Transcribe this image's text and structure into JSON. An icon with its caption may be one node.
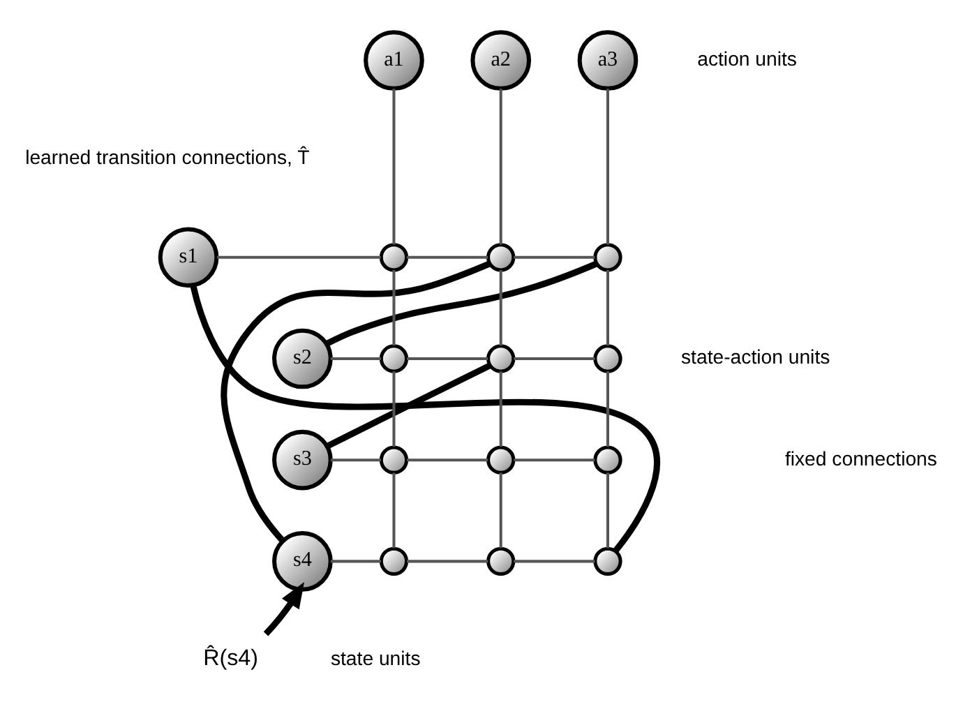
{
  "diagram": {
    "nodes": [
      {
        "text": [
          "s1"
        ]
      },
      {
        "text": [
          "s2"
        ]
      },
      {
        "text": [
          "s3"
        ]
      },
      {
        "text": [
          "s4"
        ]
      },
      {
        "text": [
          "a1"
        ]
      },
      {
        "text": [
          "a2"
        ]
      },
      {
        "text": [
          "a3"
        ]
      },
      {
        "text": [],
        "shape": "circle"
      },
      {
        "text": [],
        "shape": "circle"
      },
      {
        "text": [],
        "shape": "circle"
      },
      {
        "text": [],
        "shape": "circle"
      },
      {
        "text": [],
        "shape": "circle"
      },
      {
        "text": [],
        "shape": "circle"
      },
      {
        "text": [],
        "shape": "circle"
      },
      {
        "text": [],
        "shape": "circle"
      },
      {
        "text": [],
        "shape": "circle"
      },
      {
        "text": [],
        "shape": "circle"
      },
      {
        "text": [],
        "shape": "circle"
      },
      {
        "text": [],
        "shape": "circle"
      },
      {
        "text": [
          "R̂(s4)"
        ]
      }
    ],
    "edges": [
      {
        "from": 0,
        "to": 7,
        "arrow": "none"
      },
      {
        "from": 7,
        "to": 8,
        "arrow": "none"
      },
      {
        "from": 8,
        "to": 9,
        "arrow": "none"
      },
      {
        "from": 1,
        "to": 10,
        "arrow": "none"
      },
      {
        "from": 10,
        "to": 11,
        "arrow": "none"
      },
      {
        "from": 11,
        "to": 12,
        "arrow": "none"
      },
      {
        "from": 2,
        "to": 13,
        "arrow": "none"
      },
      {
        "from": 13,
        "to": 14,
        "arrow": "none"
      },
      {
        "from": 14,
        "to": 15,
        "arrow": "none"
      },
      {
        "from": 3,
        "to": 16,
        "arrow": "none"
      },
      {
        "from": 16,
        "to": 17,
        "arrow": "none"
      },
      {
        "from": 17,
        "to": 18,
        "arrow": "none"
      },
      {
        "from": 4,
        "to": 7,
        "arrow": "none"
      },
      {
        "from": 7,
        "to": 10,
        "arrow": "none"
      },
      {
        "from": 10,
        "to": 13,
        "arrow": "none"
      },
      {
        "from": 13,
        "to": 16,
        "arrow": "none"
      },
      {
        "from": 5,
        "to": 8,
        "arrow": "none"
      },
      {
        "from": 8,
        "to": 11,
        "arrow": "none"
      },
      {
        "from": 11,
        "to": 14,
        "arrow": "none"
      },
      {
        "from": 14,
        "to": 17,
        "arrow": "none"
      },
      {
        "from": 6,
        "to": 9,
        "arrow": "none"
      },
      {
        "from": 9,
        "to": 12,
        "arrow": "none"
      },
      {
        "from": 12,
        "to": 15,
        "arrow": "none"
      },
      {
        "from": 15,
        "to": 18,
        "arrow": "none"
      },
      {
        "from": 0,
        "to": 18,
        "arrow": "none",
        "style": "thick",
        "color": "#000000"
      },
      {
        "from": 1,
        "to": 9,
        "arrow": "none",
        "style": "thick",
        "color": "#000000"
      },
      {
        "from": 2,
        "to": 11,
        "arrow": "none",
        "style": "thick",
        "color": "#000000"
      },
      {
        "from": 3,
        "to": 8,
        "arrow": "none",
        "style": "thick",
        "color": "#000000"
      },
      {
        "from": 19,
        "to": 3,
        "arrow": "to",
        "style": "thick",
        "color": "#000000"
      }
    ],
    "labels": [
      "action units",
      "learned transition connections, T̂",
      "state-action units",
      "fixed connections",
      "state units"
    ]
  }
}
